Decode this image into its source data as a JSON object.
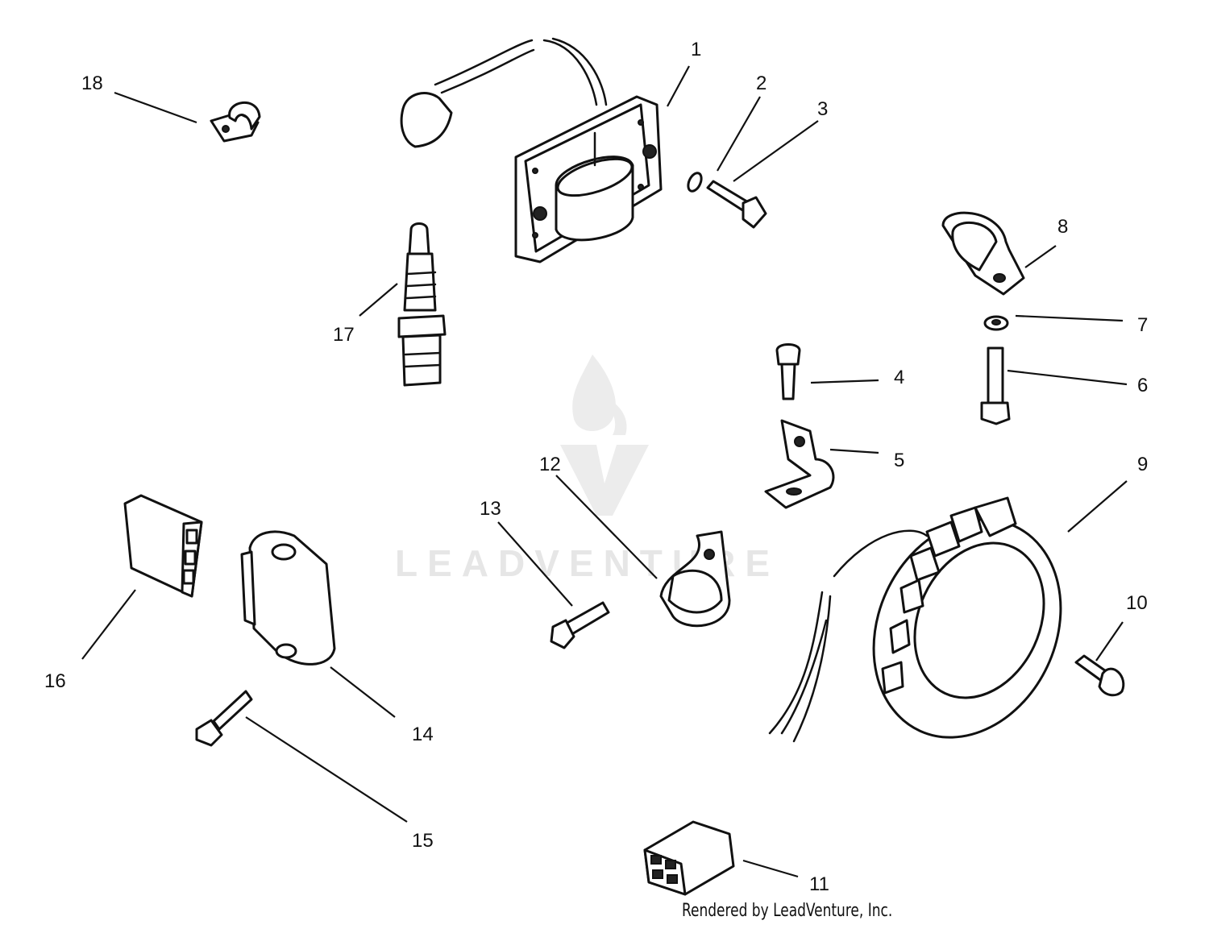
{
  "callouts": {
    "c1": "1",
    "c2": "2",
    "c3": "3",
    "c4": "4",
    "c5": "5",
    "c6": "6",
    "c7": "7",
    "c8": "8",
    "c9": "9",
    "c10": "10",
    "c11": "11",
    "c12": "12",
    "c13": "13",
    "c14": "14",
    "c15": "15",
    "c16": "16",
    "c17": "17",
    "c18": "18"
  },
  "watermark": {
    "text": "LEADVENTURE",
    "logo": "flame-v-logo-icon"
  },
  "footer": {
    "credit": "Rendered by LeadVenture, Inc."
  },
  "colors": {
    "line": "#111111",
    "background": "#ffffff",
    "watermark": "#e6e6e6"
  }
}
